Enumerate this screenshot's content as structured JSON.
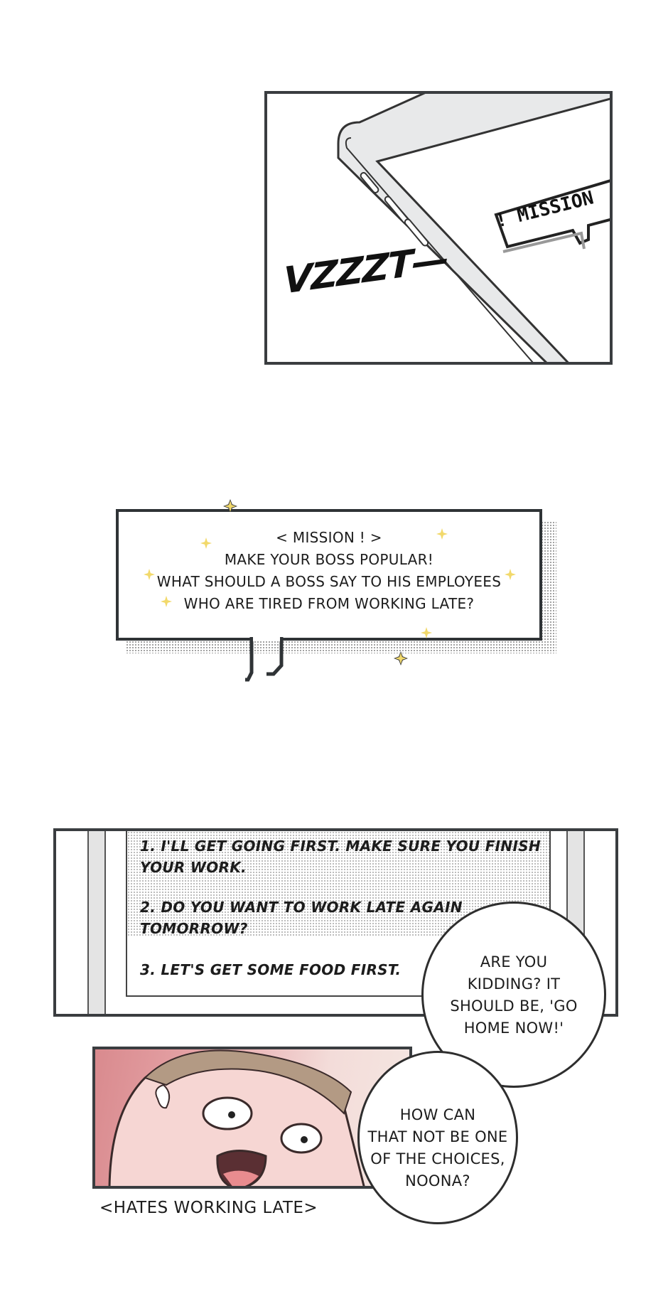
{
  "panel1": {
    "sfx": "VZZZT—",
    "phone_notification": "! MISSION"
  },
  "mission": {
    "header": "< MISSION ! >",
    "lines": [
      "MAKE YOUR BOSS POPULAR!",
      "WHAT SHOULD A BOSS SAY TO HIS EMPLOYEES",
      "WHO ARE TIRED FROM WORKING LATE?"
    ],
    "sparkle_color": "#f2d96b"
  },
  "choices": [
    {
      "line1": "1. I'LL GET GOING FIRST. MAKE SURE YOU FINISH",
      "line2": "YOUR WORK."
    },
    {
      "line1": "2. DO YOU WANT TO WORK LATE AGAIN",
      "line2": "TOMORROW?"
    },
    {
      "line1": "3. LET'S GET SOME FOOD FIRST.",
      "line2": ""
    }
  ],
  "bubbles": {
    "first": [
      "ARE YOU",
      "KIDDING? IT",
      "SHOULD BE, 'GO",
      "HOME NOW!'"
    ],
    "second": [
      "HOW CAN",
      "THAT NOT BE ONE",
      "OF THE CHOICES,",
      "NOONA?"
    ]
  },
  "caption": "<HATES WORKING LATE>"
}
